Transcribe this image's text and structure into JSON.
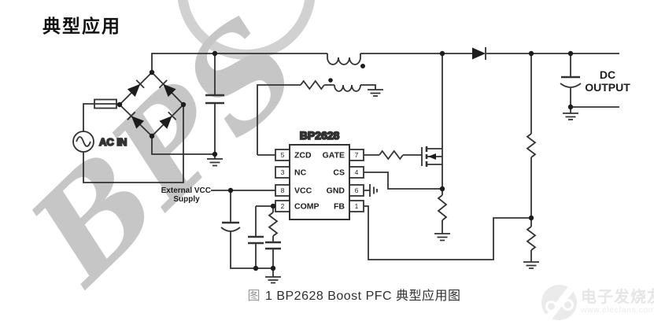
{
  "title": "典型应用",
  "caption": {
    "figure_marker": "图",
    "text": "1 BP2628 Boost PFC 典型应用图"
  },
  "schematic": {
    "ic": {
      "name": "BP2628",
      "pins_left": [
        {
          "num": "5",
          "name": "ZCD"
        },
        {
          "num": "3",
          "name": "NC"
        },
        {
          "num": "8",
          "name": "VCC"
        },
        {
          "num": "2",
          "name": "COMP"
        }
      ],
      "pins_right": [
        {
          "num": "7",
          "name": "GATE"
        },
        {
          "num": "4",
          "name": "CS"
        },
        {
          "num": "6",
          "name": "GND"
        },
        {
          "num": "1",
          "name": "FB"
        }
      ]
    },
    "labels": {
      "ac_in": "AC IN",
      "dc_output_line1": "DC",
      "dc_output_line2": "OUTPUT",
      "ext_vcc_line1": "External VCC",
      "ext_vcc_line2": "Supply"
    }
  },
  "watermarks": {
    "bps": "BPS",
    "logo_text": "电子发烧友",
    "logo_url": "www.elecfans.com"
  },
  "colors": {
    "line": "#333333",
    "watermark_gray": "#b4b4b4",
    "logo_gray": "#e6e6e6",
    "caption_marker": "#9a9a9a"
  }
}
